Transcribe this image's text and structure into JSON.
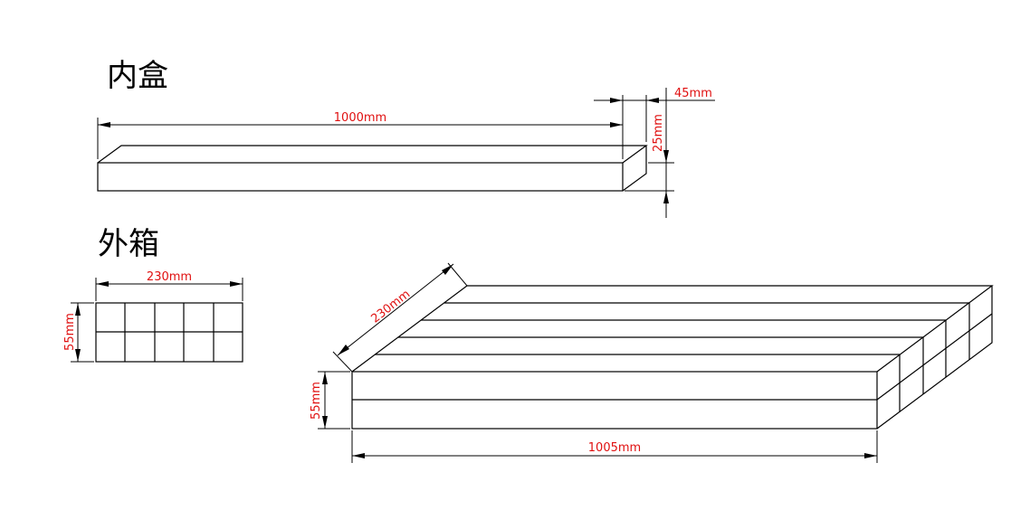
{
  "colors": {
    "line": "#000000",
    "dimension_text": "#e01010",
    "background": "#ffffff"
  },
  "inner_box": {
    "title": "内盒",
    "length_label": "1000mm",
    "width_label": "45mm",
    "height_label": "25mm"
  },
  "outer_box": {
    "title": "外箱",
    "front_width_label": "230mm",
    "front_height_label": "55mm",
    "iso_depth_label": "230mm",
    "iso_height_label": "55mm",
    "iso_length_label": "1005mm",
    "grid": {
      "columns": 5,
      "rows": 2
    }
  }
}
